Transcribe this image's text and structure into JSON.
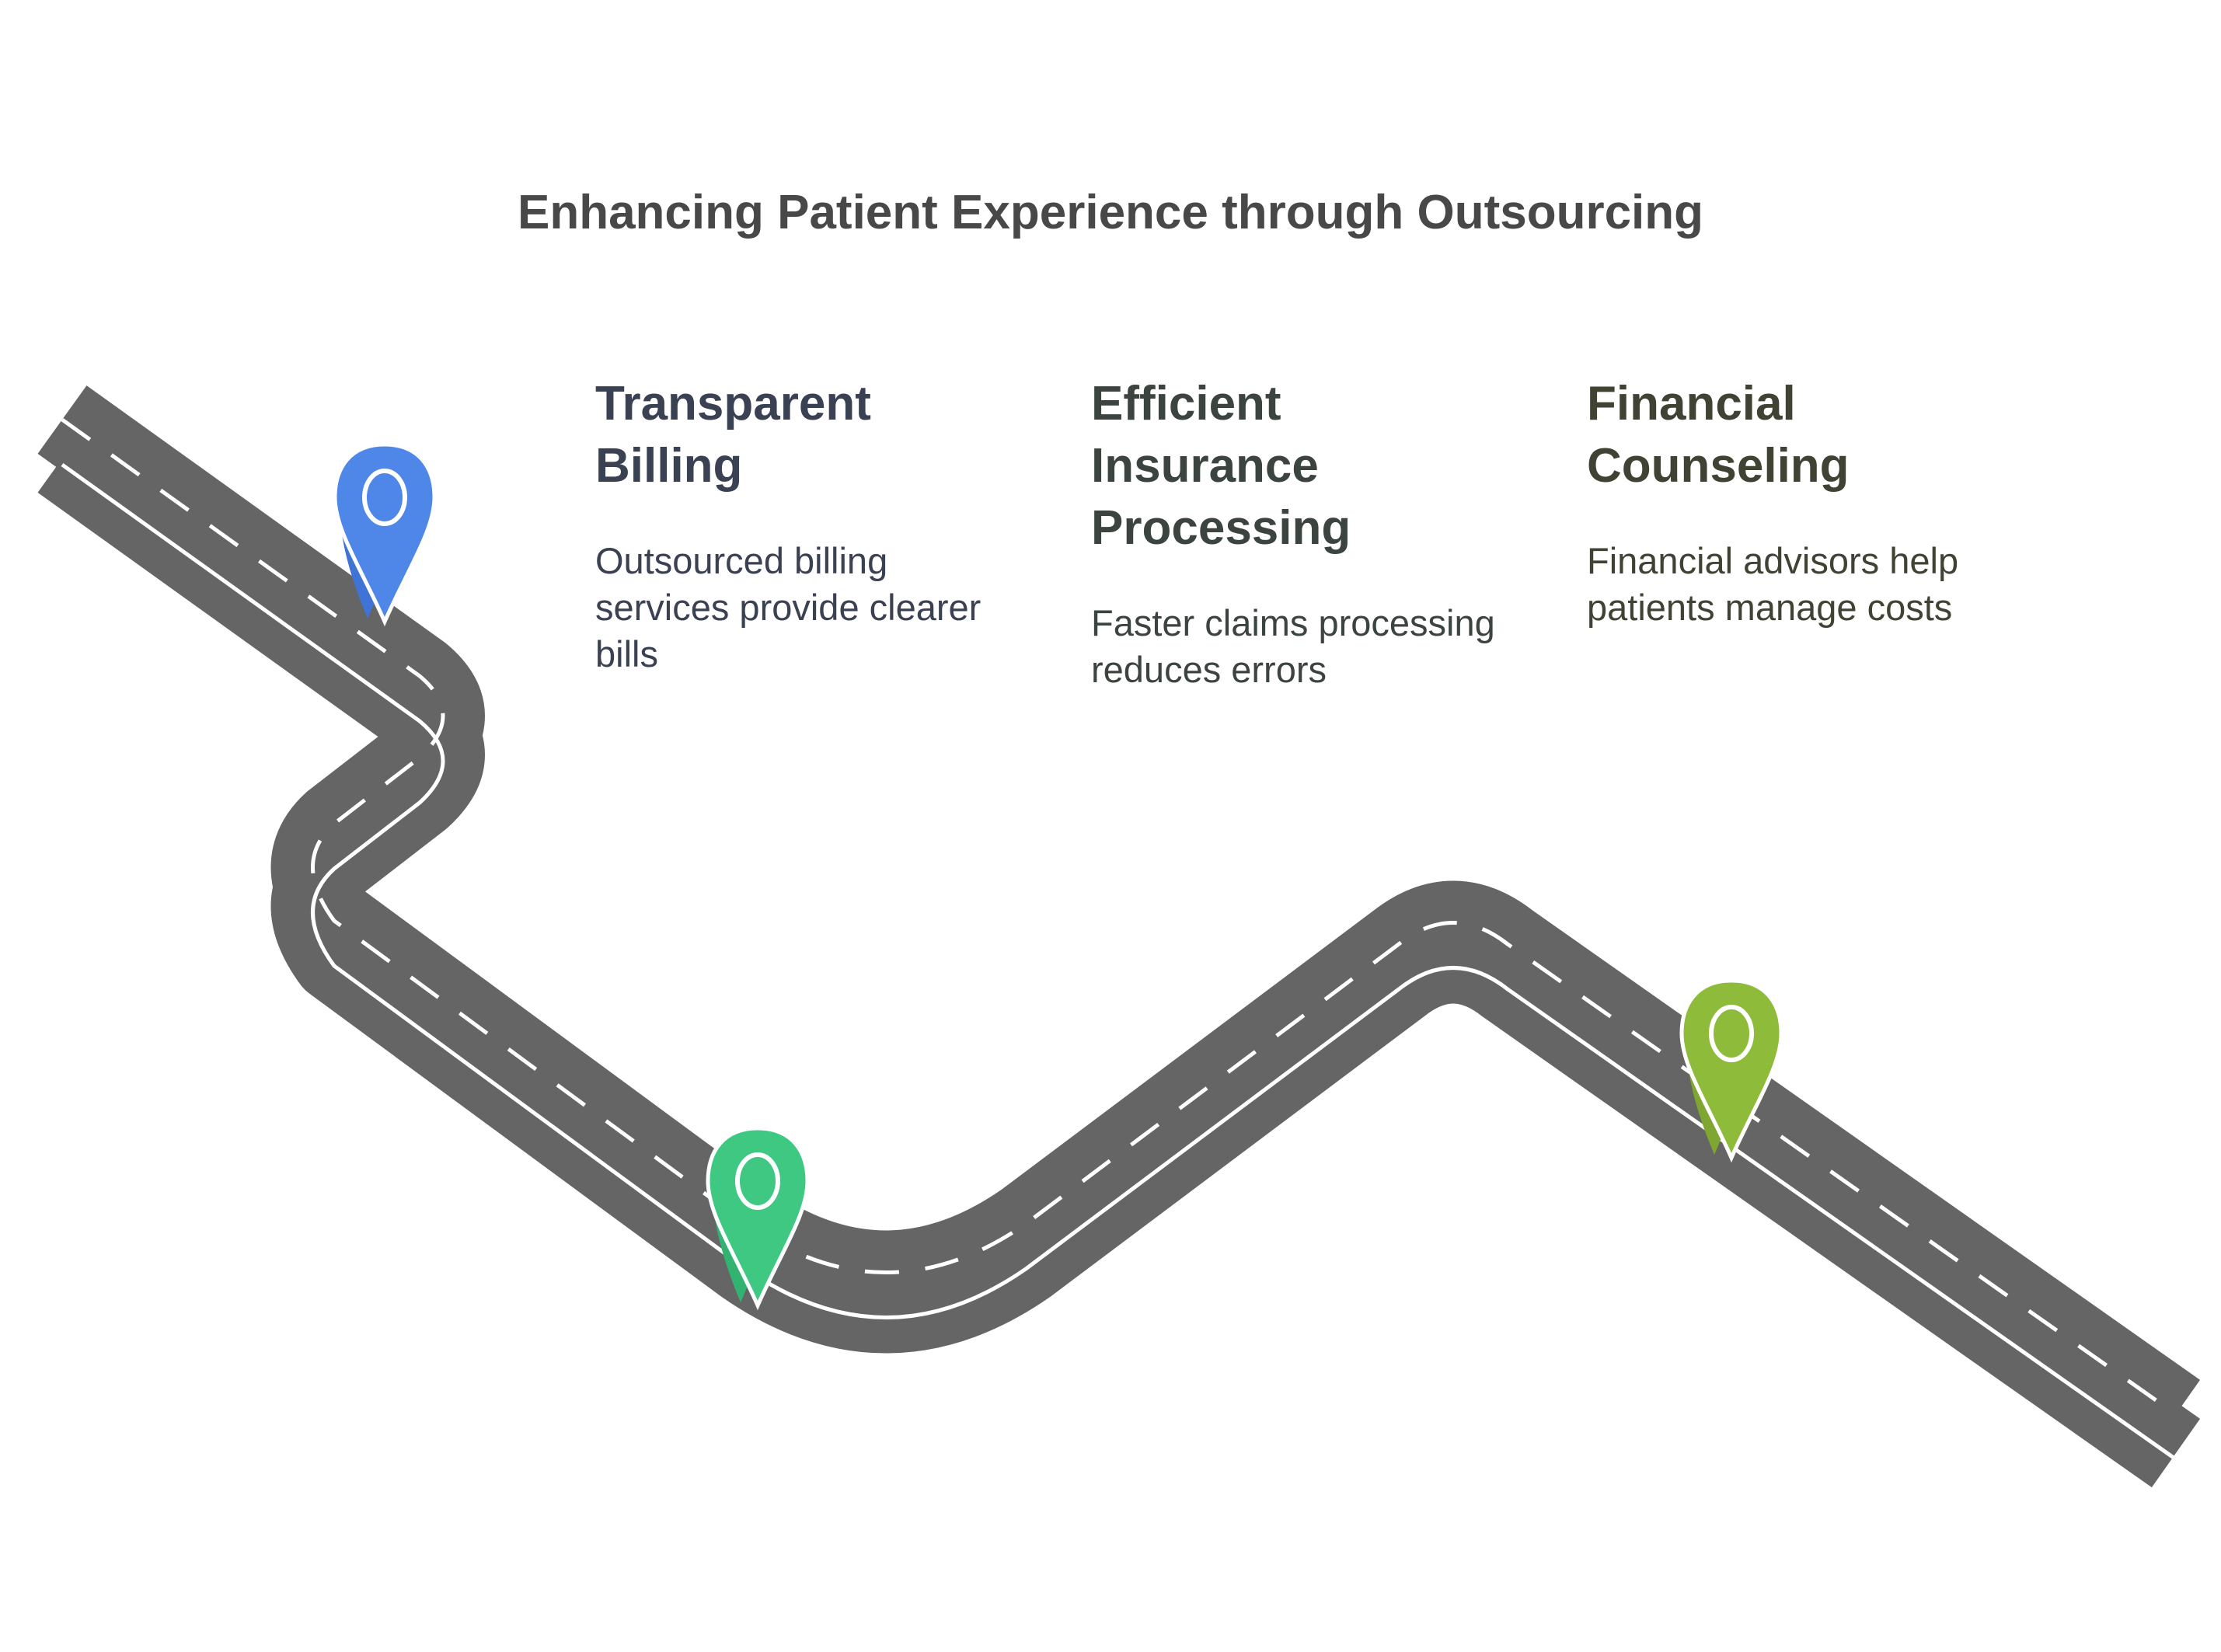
{
  "title": "Enhancing Patient Experience through Outsourcing",
  "steps": [
    {
      "heading": "Transparent Billing",
      "description": "Outsourced billing services provide clearer bills",
      "marker_color": "#4f87e8",
      "marker_icon": "location-pin-icon"
    },
    {
      "heading": "Efficient Insurance Processing",
      "description": "Faster claims processing reduces errors",
      "marker_color": "#3fc882",
      "marker_icon": "location-pin-icon"
    },
    {
      "heading": "Financial Counseling",
      "description": "Financial advisors help patients manage costs",
      "marker_color": "#8fbb3a",
      "marker_icon": "location-pin-icon"
    }
  ],
  "colors": {
    "road": "#656565",
    "road_lines": "#ffffff",
    "title_text": "#484848"
  }
}
